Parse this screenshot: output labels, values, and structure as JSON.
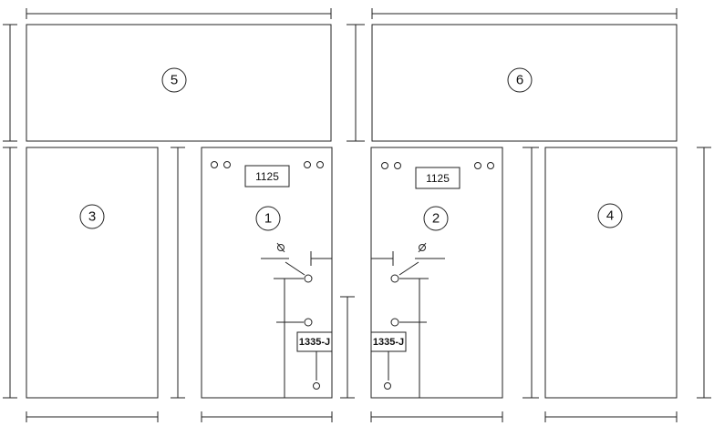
{
  "panels": [
    {
      "number": "5"
    },
    {
      "number": "6"
    },
    {
      "number": "3"
    },
    {
      "number": "1",
      "rating_label": "1125",
      "device_label": "1335-J"
    },
    {
      "number": "2",
      "rating_label": "1125",
      "device_label": "1335-J"
    },
    {
      "number": "4"
    }
  ]
}
